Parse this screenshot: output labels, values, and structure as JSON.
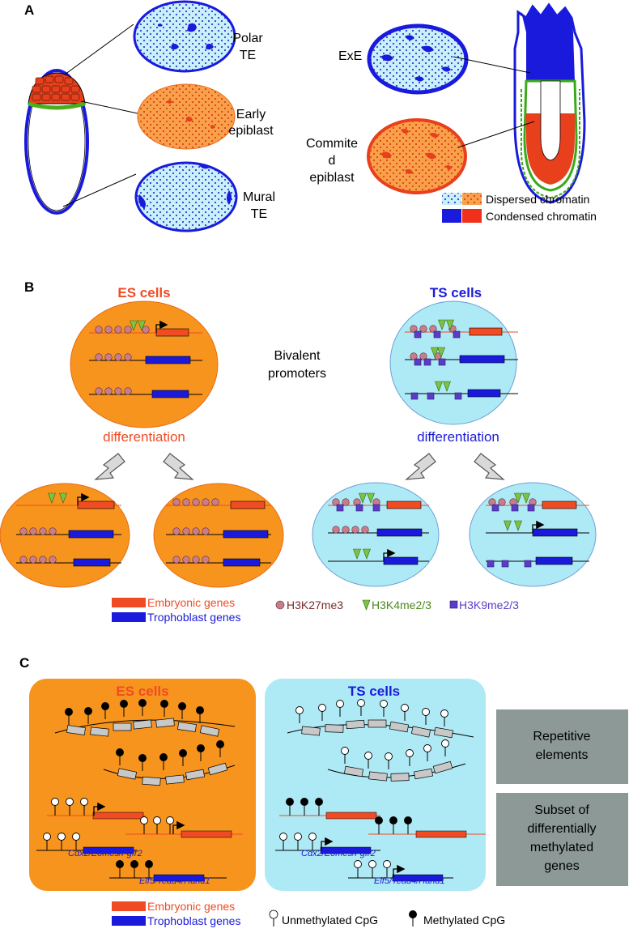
{
  "panels": {
    "a": "A",
    "b": "B",
    "c": "C"
  },
  "panel_a": {
    "labels": {
      "polar_te": [
        "Polar",
        "TE"
      ],
      "early_epiblast": [
        "Early",
        "epiblast"
      ],
      "mural_te": [
        "Mural",
        "TE"
      ],
      "exe": "ExE",
      "committed_epiblast": [
        "Commite",
        "d",
        "epiblast"
      ]
    },
    "legend": {
      "dispersed": "Dispersed chromatin",
      "condensed": "Condensed chromatin"
    }
  },
  "panel_b": {
    "es_title": "ES cells",
    "ts_title": "TS cells",
    "bivalent": [
      "Bivalent",
      "promoters"
    ],
    "differentiation": "differentiation",
    "gene_legend": {
      "embryonic": "Embryonic genes",
      "trophoblast": "Trophoblast genes"
    },
    "mark_legend": {
      "h3k27": "H3K27me3",
      "h3k4": "H3K4me2/3",
      "h3k9": "H3K9me2/3"
    }
  },
  "panel_c": {
    "es_title": "ES cells",
    "ts_title": "TS cells",
    "gene_labels": {
      "set1": "Cdx2/Eomes/Fgfr2",
      "set2": "Elf5/Tead4/Hand1"
    },
    "side_boxes": {
      "repetitive": [
        "Repetitive",
        "elements"
      ],
      "subset": [
        "Subset of",
        "differentially",
        "methylated",
        "genes"
      ]
    },
    "gene_legend": {
      "embryonic": "Embryonic genes",
      "trophoblast": "Trophoblast genes"
    },
    "cpg_legend": {
      "unmethylated": "Unmethylated CpG",
      "methylated": "Methylated CpG"
    }
  },
  "colors": {
    "orange": "#f7941d",
    "light_blue": "#aeeaf5",
    "blue": "#1a1adc",
    "red": "#f04b23",
    "green": "#7dc242",
    "mauve": "#c97d8c",
    "purple": "#5a3cc8",
    "grey_box": "#8c9996"
  }
}
